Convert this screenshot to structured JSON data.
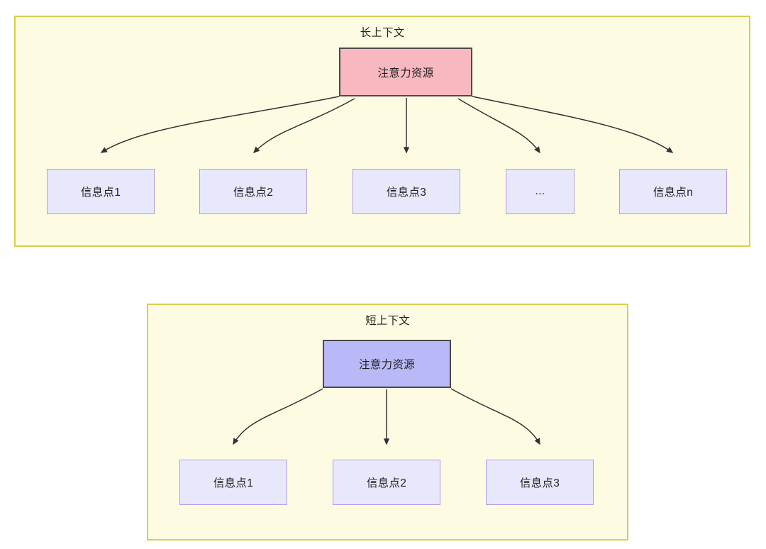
{
  "diagram": {
    "background": "#ffffff",
    "panel_fill": "#fdfce3",
    "panel_border": "#d6cf4e",
    "panels": [
      {
        "id": "long-context",
        "title": "长上下文",
        "root": {
          "label": "注意力资源",
          "fill": "#f8b8bf",
          "border": "#4a4a4a"
        },
        "children": [
          {
            "label": "信息点1",
            "fill": "#e8e8fd",
            "border": "#b39ae0"
          },
          {
            "label": "信息点2",
            "fill": "#e8e8fd",
            "border": "#b39ae0"
          },
          {
            "label": "信息点3",
            "fill": "#e8e8fd",
            "border": "#b39ae0"
          },
          {
            "label": "...",
            "fill": "#e8e8fd",
            "border": "#b39ae0"
          },
          {
            "label": "信息点n",
            "fill": "#e8e8fd",
            "border": "#b39ae0"
          }
        ]
      },
      {
        "id": "short-context",
        "title": "短上下文",
        "root": {
          "label": "注意力资源",
          "fill": "#b9b9f7",
          "border": "#4a4a4a"
        },
        "children": [
          {
            "label": "信息点1",
            "fill": "#e8e8fd",
            "border": "#b39ae0"
          },
          {
            "label": "信息点2",
            "fill": "#e8e8fd",
            "border": "#b39ae0"
          },
          {
            "label": "信息点3",
            "fill": "#e8e8fd",
            "border": "#b39ae0"
          }
        ]
      }
    ],
    "edge_color": "#333333"
  }
}
